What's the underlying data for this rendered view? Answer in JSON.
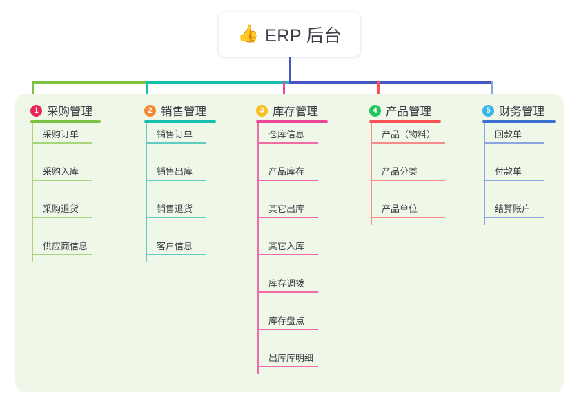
{
  "root": {
    "icon": "thumbs-up-icon",
    "icon_glyph": "👍",
    "label": "ERP 后台"
  },
  "palette": {
    "panel_bg": "#eff8e8",
    "page_bg": "#ffffff",
    "text": "#3b3f46",
    "bus_green": "#7cc242",
    "bus_teal": "#17bfae",
    "bus_blue": "#4a55c4"
  },
  "columns": [
    {
      "index": "1",
      "title": "采购管理",
      "badge_color": "#e8275a",
      "line_color": "#7cc242",
      "rail_color": "#a8d57a",
      "drop_color": "#7cc242",
      "items": [
        "采购订单",
        "采购入库",
        "采购退货",
        "供应商信息"
      ]
    },
    {
      "index": "2",
      "title": "销售管理",
      "badge_color": "#f58a34",
      "line_color": "#17bfae",
      "rail_color": "#63ccc2",
      "drop_color": "#17bfae",
      "items": [
        "销售订单",
        "销售出库",
        "销售退货",
        "客户信息"
      ]
    },
    {
      "index": "3",
      "title": "库存管理",
      "badge_color": "#fbbf24",
      "line_color": "#ec4899",
      "rail_color": "#f06ba8",
      "drop_color": "#ec4899",
      "items": [
        "仓库信息",
        "产品库存",
        "其它出库",
        "其它入库",
        "库存调拨",
        "库存盘点",
        "出库库明细"
      ]
    },
    {
      "index": "4",
      "title": "产品管理",
      "badge_color": "#22c55e",
      "line_color": "#fa5252",
      "rail_color": "#f98a8a",
      "drop_color": "#fa5252",
      "items": [
        "产品（物料）",
        "产品分类",
        "产品单位"
      ]
    },
    {
      "index": "5",
      "title": "财务管理",
      "badge_color": "#38b6e8",
      "line_color": "#3b6fd4",
      "rail_color": "#8aa7e0",
      "drop_color": "#8aa7e0",
      "items": [
        "回款单",
        "付款单",
        "结算账户"
      ]
    }
  ]
}
